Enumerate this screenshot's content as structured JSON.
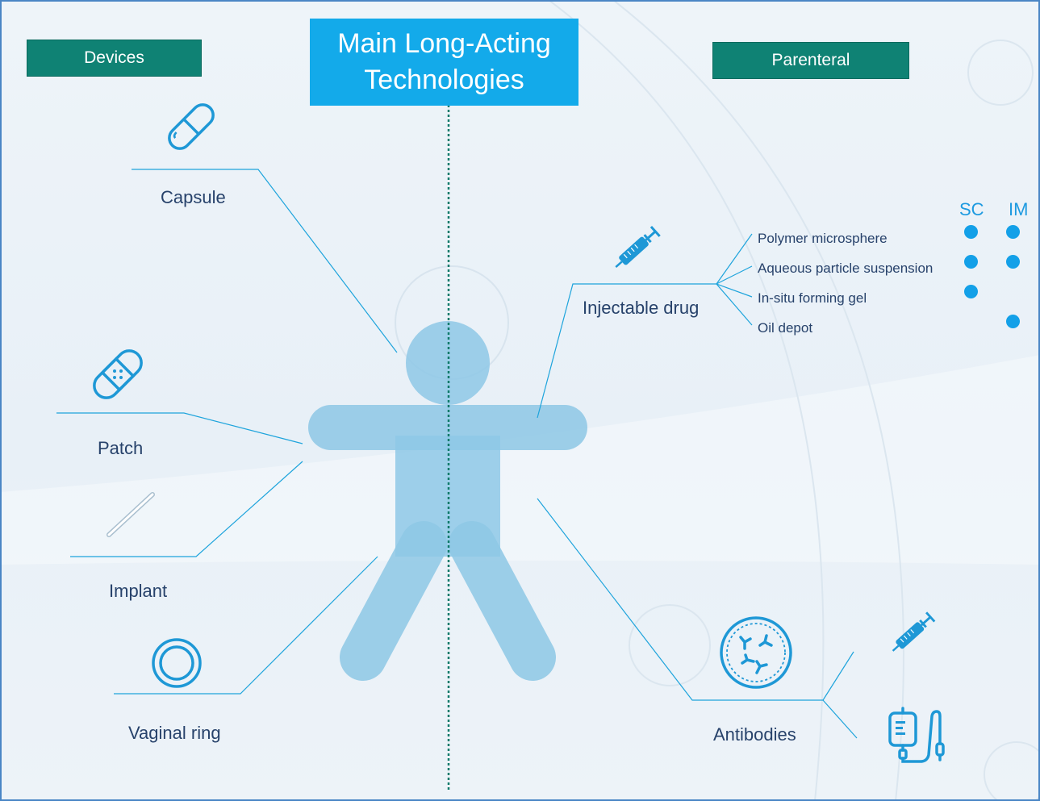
{
  "title": {
    "line1": "Main Long-Acting",
    "line2": "Technologies"
  },
  "categories": {
    "left": "Devices",
    "right": "Parenteral"
  },
  "devices": [
    {
      "label": "Capsule",
      "icon": "capsule-icon"
    },
    {
      "label": "Patch",
      "icon": "bandage-patch-icon"
    },
    {
      "label": "Implant",
      "icon": "implant-rod-icon"
    },
    {
      "label": "Vaginal ring",
      "icon": "ring-icon"
    }
  ],
  "parenteral": {
    "injectable": {
      "label": "Injectable drug",
      "icon": "syringe-icon",
      "columns": [
        "SC",
        "IM"
      ],
      "formulations": [
        {
          "name": "Polymer microsphere",
          "sc": true,
          "im": true
        },
        {
          "name": "Aqueous particle suspension",
          "sc": true,
          "im": true
        },
        {
          "name": "In-situ forming gel",
          "sc": true,
          "im": false
        },
        {
          "name": "Oil depot",
          "sc": false,
          "im": true
        }
      ]
    },
    "antibodies": {
      "label": "Antibodies",
      "icons": [
        "antibody-cell-icon",
        "syringe-icon",
        "iv-drip-bag-icon"
      ]
    }
  },
  "colors": {
    "accent": "#13aaea",
    "category_bg": "#0f8274",
    "figure": "#8ec8e6",
    "line": "#1ea4dc",
    "text": "#27426b",
    "divider": "#0f7a6a"
  }
}
